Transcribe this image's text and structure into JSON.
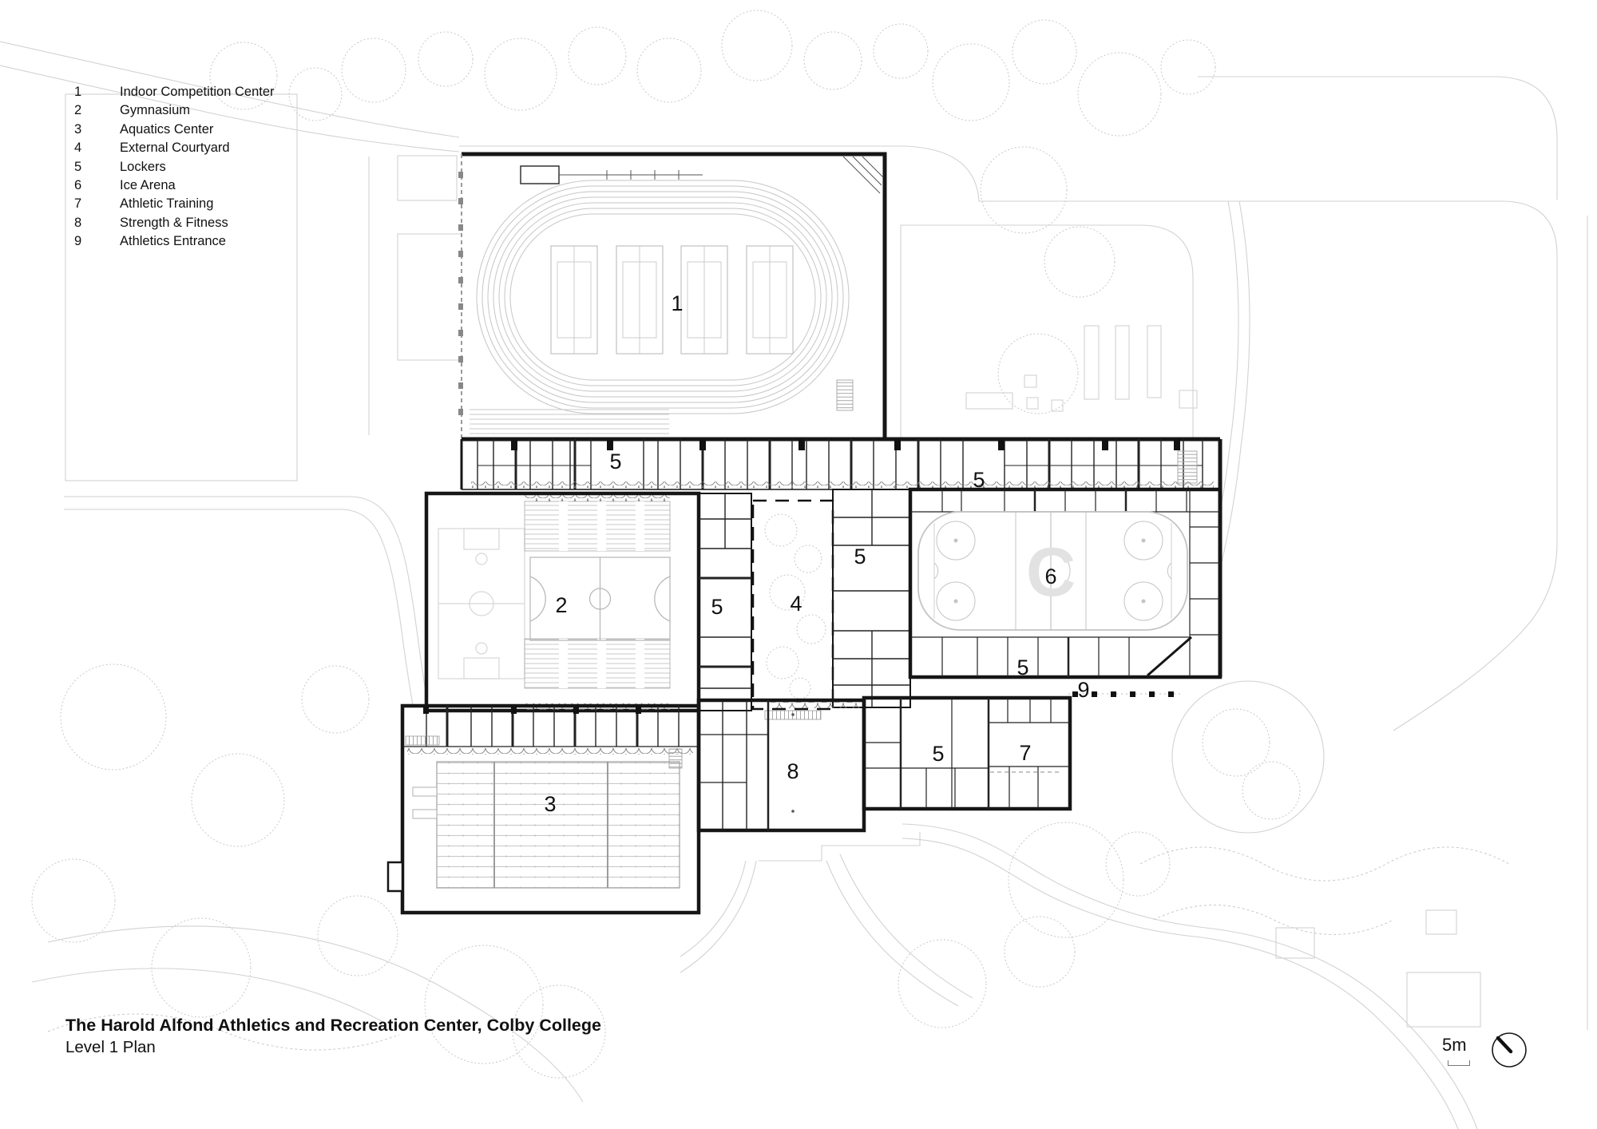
{
  "legend": {
    "items": [
      {
        "num": "1",
        "label": "Indoor Competition Center"
      },
      {
        "num": "2",
        "label": "Gymnasium"
      },
      {
        "num": "3",
        "label": "Aquatics Center"
      },
      {
        "num": "4",
        "label": "External Courtyard"
      },
      {
        "num": "5",
        "label": "Lockers"
      },
      {
        "num": "6",
        "label": "Ice Arena"
      },
      {
        "num": "7",
        "label": "Athletic Training"
      },
      {
        "num": "8",
        "label": "Strength & Fitness"
      },
      {
        "num": "9",
        "label": "Athletics Entrance"
      }
    ]
  },
  "title_block": {
    "title": "The Harold Alfond Athletics and Recreation Center, Colby College",
    "subtitle": "Level 1 Plan"
  },
  "scale_bar": {
    "label": "5m"
  },
  "plan": {
    "rink_logo": "C",
    "room_labels": [
      {
        "room": "indoor-competition-center",
        "text": "1"
      },
      {
        "room": "lockers-north-west",
        "text": "5"
      },
      {
        "room": "lockers-north-east",
        "text": "5"
      },
      {
        "room": "gymnasium",
        "text": "2"
      },
      {
        "room": "lockers-gym-east",
        "text": "5"
      },
      {
        "room": "external-courtyard",
        "text": "4"
      },
      {
        "room": "lockers-courtyard-east",
        "text": "5"
      },
      {
        "room": "ice-arena",
        "text": "6"
      },
      {
        "room": "lockers-arena-south",
        "text": "5"
      },
      {
        "room": "athletics-entrance",
        "text": "9"
      },
      {
        "room": "strength-and-fitness",
        "text": "8"
      },
      {
        "room": "lockers-south",
        "text": "5"
      },
      {
        "room": "athletic-training",
        "text": "7"
      },
      {
        "room": "aquatics-center",
        "text": "3"
      }
    ]
  },
  "colors": {
    "ink": "#161616",
    "site_gray": "#d2d2d2",
    "detail_gray": "#c4c4c4"
  }
}
